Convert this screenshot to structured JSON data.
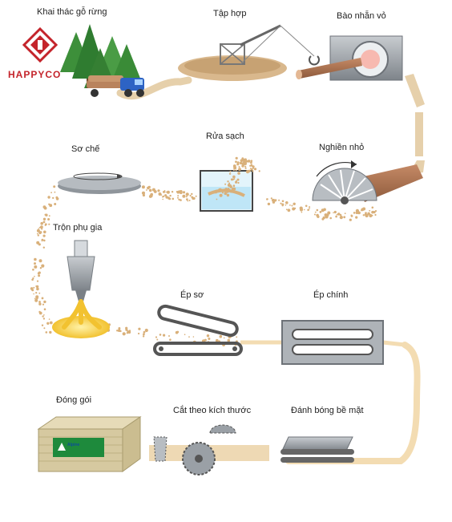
{
  "brand": {
    "name": "HAPPYCO",
    "color": "#c4242b"
  },
  "package_brand": "Alpine",
  "steps": [
    {
      "id": "harvest",
      "label": "Khai thác gỗ rừng"
    },
    {
      "id": "collect",
      "label": "Tập hợp"
    },
    {
      "id": "debark",
      "label": "Bào nhẵn vỏ"
    },
    {
      "id": "grind",
      "label": "Nghiền nhỏ"
    },
    {
      "id": "wash",
      "label": "Rửa sạch"
    },
    {
      "id": "preprocess",
      "label": "Sơ chế"
    },
    {
      "id": "mix",
      "label": "Trộn phụ gia"
    },
    {
      "id": "prepress",
      "label": "Ép sơ"
    },
    {
      "id": "mainpress",
      "label": "Ép chính"
    },
    {
      "id": "pack",
      "label": "Đóng gói"
    },
    {
      "id": "cut",
      "label": "Cắt theo kích thước"
    },
    {
      "id": "polish",
      "label": "Đánh bóng bề mặt"
    }
  ],
  "colors": {
    "wood": "#e2c8a0",
    "chips": "#d9b07a",
    "glue": "#f2c230",
    "machine": "#9aa0a6",
    "water": "#bfe6f7",
    "tree": "#3d8f3a",
    "truck": "#2d63c4",
    "package": "#d6c9a0",
    "package_label": "#1e8a3c"
  }
}
